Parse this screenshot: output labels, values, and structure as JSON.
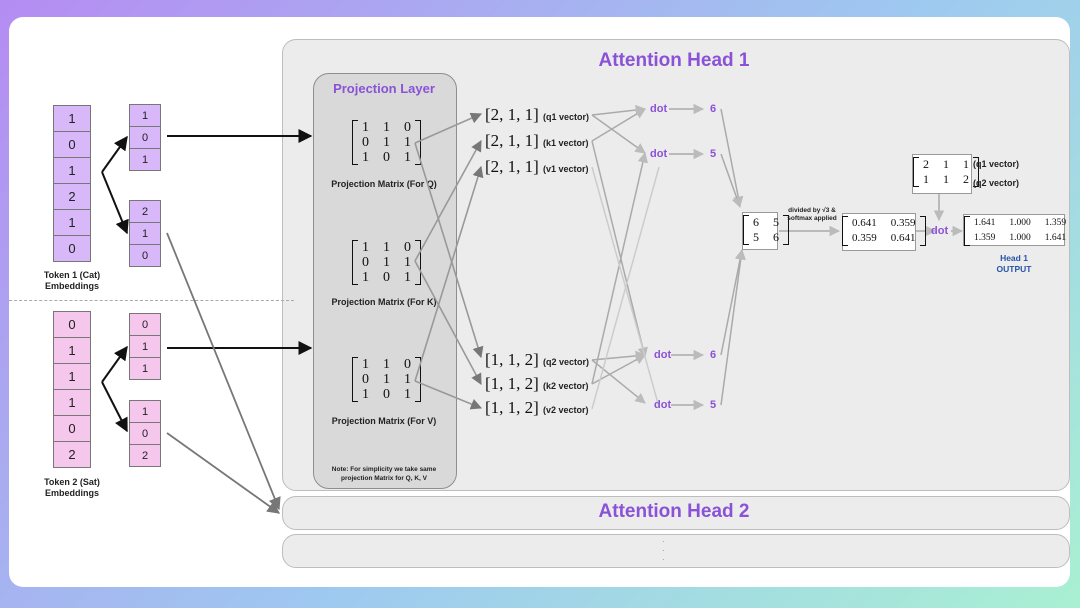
{
  "heads": {
    "head1_title": "Attention Head 1",
    "head2_title": "Attention Head 2",
    "head3_dots": "·"
  },
  "projection": {
    "title": "Projection Layer",
    "matrix": [
      [
        1,
        1,
        0
      ],
      [
        0,
        1,
        1
      ],
      [
        1,
        0,
        1
      ]
    ],
    "label_q": "Projection Matrix (For Q)",
    "label_k": "Projection Matrix (For K)",
    "label_v": "Projection Matrix (For V)",
    "note": "Note: For simplicity we take same projection Matrix for Q, K, V"
  },
  "token1": {
    "embedding": [
      "1",
      "0",
      "1",
      "2",
      "1",
      "0"
    ],
    "split_a": [
      "1",
      "0",
      "1"
    ],
    "split_b": [
      "2",
      "1",
      "0"
    ],
    "label": "Token 1 (Cat) Embeddings"
  },
  "token2": {
    "embedding": [
      "0",
      "1",
      "1",
      "1",
      "0",
      "2"
    ],
    "split_a": [
      "0",
      "1",
      "1"
    ],
    "split_b": [
      "1",
      "0",
      "2"
    ],
    "label": "Token 2  (Sat) Embeddings"
  },
  "vectors": {
    "v1_text": "[2,  1,  1]",
    "v2_text": "[1, 1, 2]",
    "q1": "(q1 vector)",
    "k1": "(k1 vector)",
    "v1": "(v1 vector)",
    "q2": "(q2 vector)",
    "k2": "(k2 vector)",
    "v2": "(v2 vector)"
  },
  "dots": {
    "label": "dot",
    "r1": "6",
    "r2": "5",
    "r3": "6",
    "r4": "5"
  },
  "scores": {
    "matrix": [
      [
        "6",
        "5"
      ],
      [
        "5",
        "6"
      ]
    ],
    "scale_note_1": "divided by √3 &",
    "scale_note_2": "softmax applied",
    "softmax": [
      [
        "0.641",
        "0.359"
      ],
      [
        "0.359",
        "0.641"
      ]
    ]
  },
  "qmatrix": {
    "rows": [
      [
        "2",
        "1",
        "1"
      ],
      [
        "1",
        "1",
        "2"
      ]
    ],
    "q1": "(q1 vector)",
    "q2": "(q2 vector)"
  },
  "output": {
    "matrix": [
      [
        "1.641",
        "1.000",
        "1.359"
      ],
      [
        "1.359",
        "1.000",
        "1.641"
      ]
    ],
    "label1": "Head 1",
    "label2": "OUTPUT",
    "color": "#2753a8"
  },
  "colors": {
    "accent": "#8a52d6",
    "token1_fill": "#d8b8f8",
    "token2_fill": "#f6c7ec"
  }
}
